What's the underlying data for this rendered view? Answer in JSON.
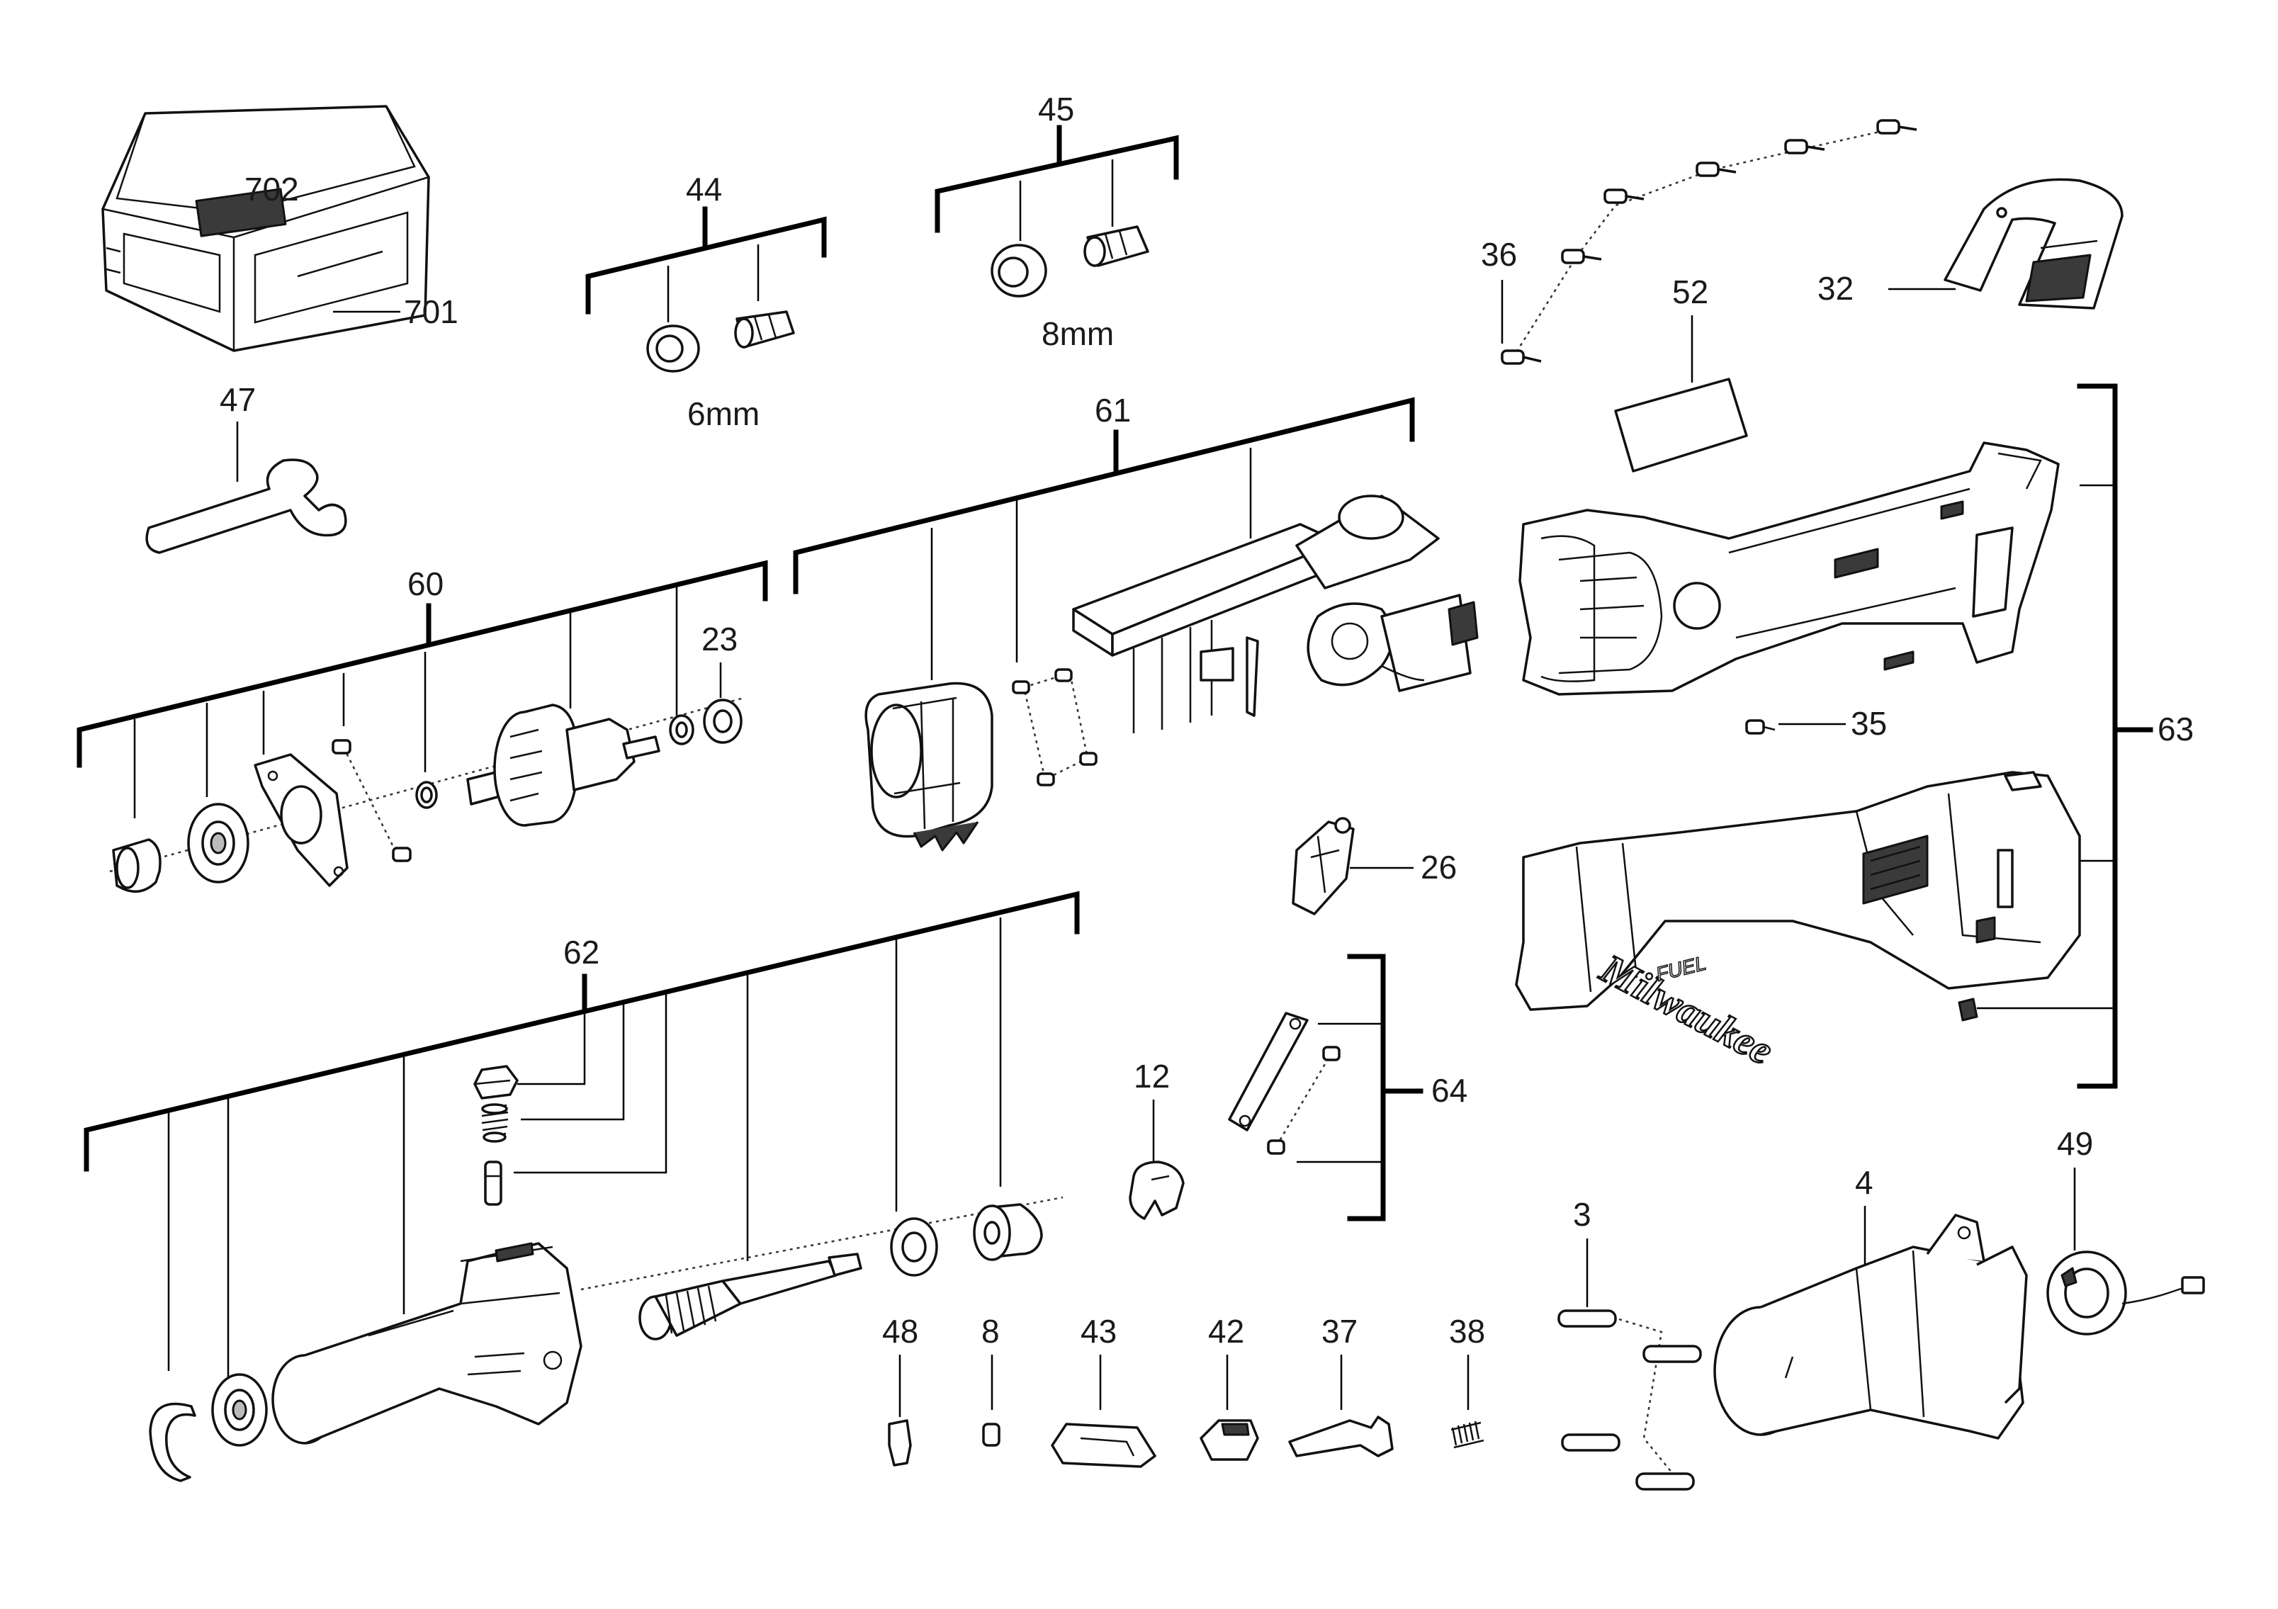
{
  "labels": {
    "p701": "701",
    "p702": "702",
    "p44": "44",
    "p44_size": "6mm",
    "p45": "45",
    "p45_size": "8mm",
    "p36": "36",
    "p32": "32",
    "p52": "52",
    "p47": "47",
    "p61": "61",
    "p60": "60",
    "p23": "23",
    "p63": "63",
    "p35": "35",
    "p26": "26",
    "p62": "62",
    "p12": "12",
    "p64": "64",
    "p3": "3",
    "p4": "4",
    "p49": "49",
    "p48": "48",
    "p8": "8",
    "p43": "43",
    "p42": "42",
    "p37": "37",
    "p38": "38"
  },
  "brand": {
    "logo_text": "Milwaukee",
    "sub_text": "FUEL"
  }
}
